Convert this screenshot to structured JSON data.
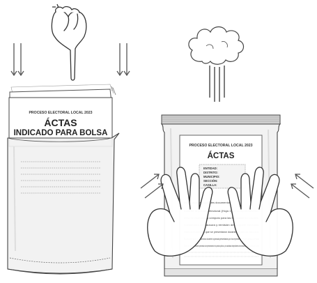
{
  "left_packet": {
    "header": "PROCESO ELECTORAL LOCAL 2023",
    "title_line1": "ÁCTAS",
    "title_line2": "INDICADO PARA BOLSA"
  },
  "right_bag": {
    "header": "PROCESO ELECTORAL LOCAL 2023",
    "title": "ÁCTAS",
    "fields": [
      "ENTIDAD:",
      "DISTRITO:",
      "MUNICIPIO:",
      "SECCIÓN:",
      "CASILLA:"
    ],
    "contents": [
      "Introduzca los siguientes documentos:",
      "Acta de la jornada electoral (Hoja 1) de la Ayuntamiento.",
      "Acta de escrutinio y cómputo para las Diputaciones Locales.",
      "Constancia de clausura y remisión del paquete electoral.",
      "Hoja de incidentes que se presentaron durante la jornada electoral.",
      "Escritos de incidentes ocurridos durante la jornada presentados por los representantes de partidos políticos.",
      "Escritos de protesta que hubieren presentado los representantes de los partidos políticos y de candidatos independientes de la elección para las Diputaciones Locales."
    ]
  }
}
